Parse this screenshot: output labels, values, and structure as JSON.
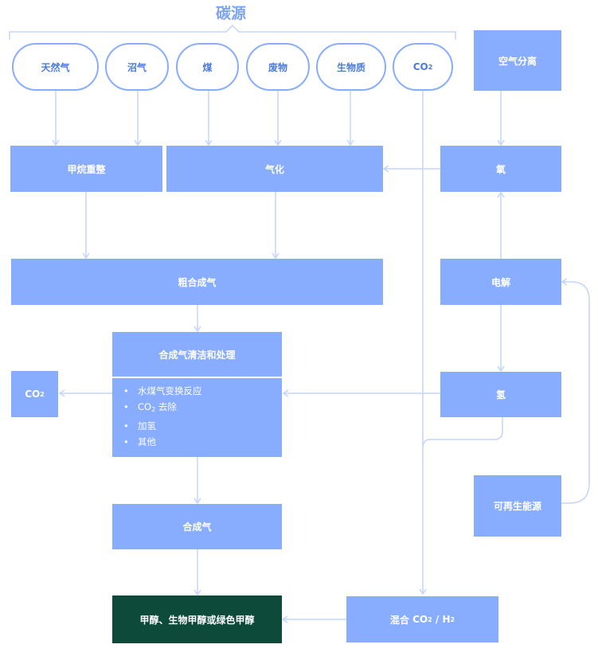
{
  "carbon_source": {
    "title": "碳源",
    "sources": [
      "天然气",
      "沼气",
      "煤",
      "废物",
      "生物质"
    ],
    "co2": {
      "base": "CO",
      "sub": "2"
    }
  },
  "processes": {
    "methane_reforming": "甲烷重整",
    "gasification": "气化",
    "crude_syngas": "粗合成气",
    "syngas_cleaning": {
      "title": "合成气清洁和处理",
      "items": [
        "水煤气变换反应",
        {
          "base": "CO",
          "sub": "2",
          "tail": " 去除"
        },
        "加氢",
        "其他"
      ]
    },
    "syngas": "合成气",
    "product": "甲醇、生物甲醇或绿色甲醇"
  },
  "right_column": {
    "air_separation": "空气分离",
    "oxygen": "氧",
    "electrolysis": "电解",
    "hydrogen": "氢",
    "renewable_energy": "可再生能源",
    "mix": {
      "prefix": "混合 ",
      "co2_base": "CO",
      "co2_sub": "2",
      "sep": " / ",
      "h_base": "H",
      "h_sub": "2"
    }
  },
  "co2_out": {
    "base": "CO",
    "sub": "2"
  },
  "colors": {
    "box": "#88adff",
    "line": "#c3d5fb",
    "product": "#0d4a3a",
    "title": "#7da4f4"
  }
}
